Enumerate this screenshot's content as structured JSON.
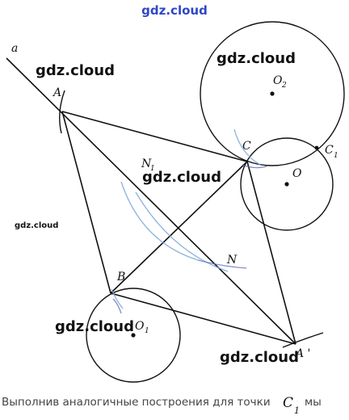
{
  "watermarks": {
    "top": "gdz.cloud",
    "w1": "gdz.cloud",
    "w2": "gdz.cloud",
    "w3": "gdz.cloud",
    "w4": "gdz.cloud",
    "w5": "gdz.cloud",
    "small": "gdz.cloud"
  },
  "labels": {
    "a": "a",
    "A": "A",
    "O2": "O",
    "O2_sub": "2",
    "C": "C",
    "C1": "C",
    "C1_sub": "1",
    "O": "O",
    "N1": "N",
    "N1_sub": "1",
    "N": "N",
    "B": "B",
    "O1": "O",
    "O1_sub": "1",
    "A_prime": "A '"
  },
  "caption": {
    "text": "Выполнив аналогичные построения для точки",
    "point": "C",
    "point_sub": "1",
    "tail": "мы"
  }
}
